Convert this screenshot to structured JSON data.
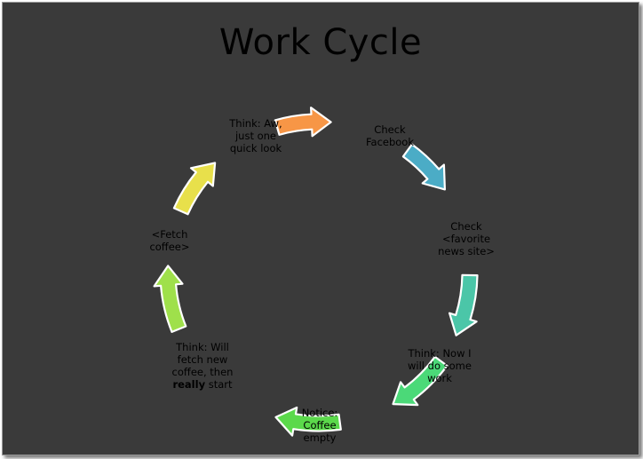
{
  "title": "Work Cycle",
  "steps": [
    {
      "lines": [
        "Check",
        "Facebook"
      ],
      "arrow_color": "#4bacc6"
    },
    {
      "lines": [
        "Check",
        "<favorite",
        "news site>"
      ],
      "arrow_color": "#4bc6a8"
    },
    {
      "lines": [
        "Think: Now I",
        "will do some",
        "work"
      ],
      "arrow_color": "#4bd978"
    },
    {
      "lines": [
        "Notice:",
        "Coffee",
        "empty"
      ],
      "arrow_color": "#5bd94b"
    },
    {
      "lines": [
        "Think: Will",
        "fetch new",
        "coffee, then"
      ],
      "last_line": {
        "bold": "really",
        "rest": " start"
      },
      "arrow_color": "#9fe04b"
    },
    {
      "lines": [
        "<Fetch",
        "coffee>"
      ],
      "arrow_color": "#e8e04b"
    },
    {
      "lines": [
        "Think: Aw,",
        "just one",
        "quick look"
      ],
      "arrow_color": "#f79646"
    }
  ],
  "colors": {
    "background": "#3a3a3a",
    "text": "#000000",
    "arrow_outline": "#ffffff"
  }
}
